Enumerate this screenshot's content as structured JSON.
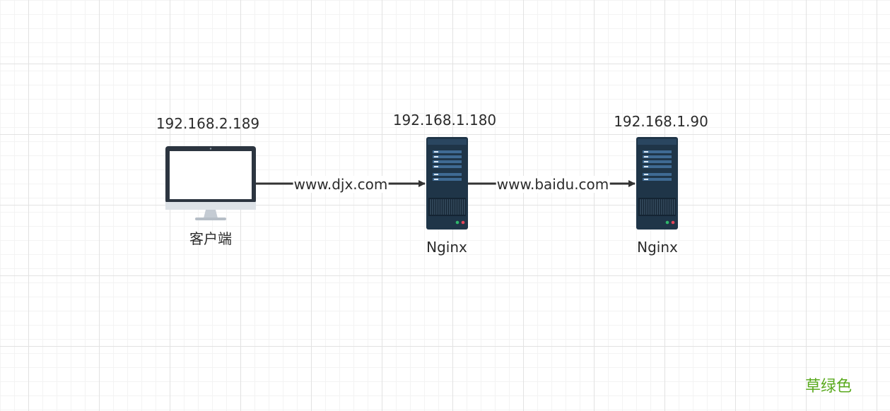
{
  "nodes": [
    {
      "id": "client",
      "ip": "192.168.2.189",
      "name": "客户端",
      "icon": "monitor-icon"
    },
    {
      "id": "proxy",
      "ip": "192.168.1.180",
      "name": "Nginx",
      "icon": "server-icon"
    },
    {
      "id": "backend",
      "ip": "192.168.1.90",
      "name": "Nginx",
      "icon": "server-icon"
    }
  ],
  "edges": [
    {
      "from": "client",
      "to": "proxy",
      "label": "www.djx.com"
    },
    {
      "from": "proxy",
      "to": "backend",
      "label": "www.baidu.com"
    }
  ],
  "note": {
    "text": "草绿色",
    "color": "#5aaa1e"
  },
  "colors": {
    "arrow": "#333333",
    "server_body": "#1f3548",
    "server_bar": "#3f6a93",
    "monitor_frame": "#2c3540",
    "monitor_stand": "#c4cbd3",
    "led_green": "#2fb86b",
    "led_red": "#e2465a"
  }
}
